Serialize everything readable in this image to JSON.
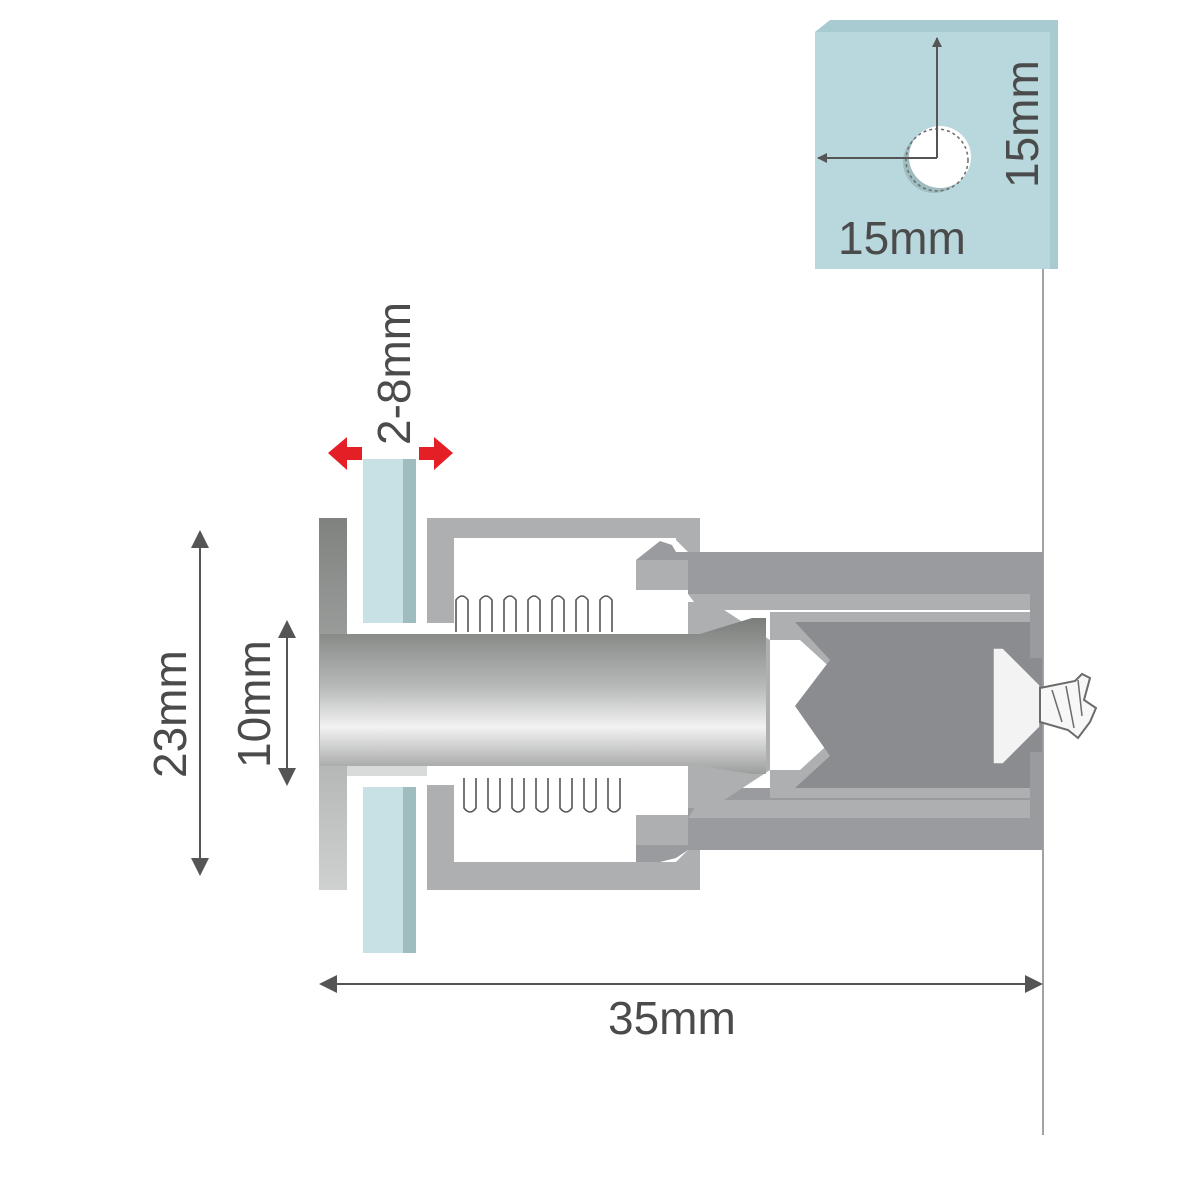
{
  "labels": {
    "hole_height": "15mm",
    "hole_width": "15mm",
    "glass_thickness": "2-8mm",
    "cap_height": "23mm",
    "tube_height": "10mm",
    "total_depth": "35mm"
  },
  "colors": {
    "background": "#ffffff",
    "glass": "#c8e1e4",
    "glass_edge": "#9fbcbf",
    "panel": "#b9d8de",
    "panel_top": "#a7cbd1",
    "light_grey": "#adafb1",
    "mid_grey": "#9a9b9f",
    "dark_grey": "#8b8c90",
    "dimension": "#555555",
    "arrow_red": "#e41f26"
  }
}
